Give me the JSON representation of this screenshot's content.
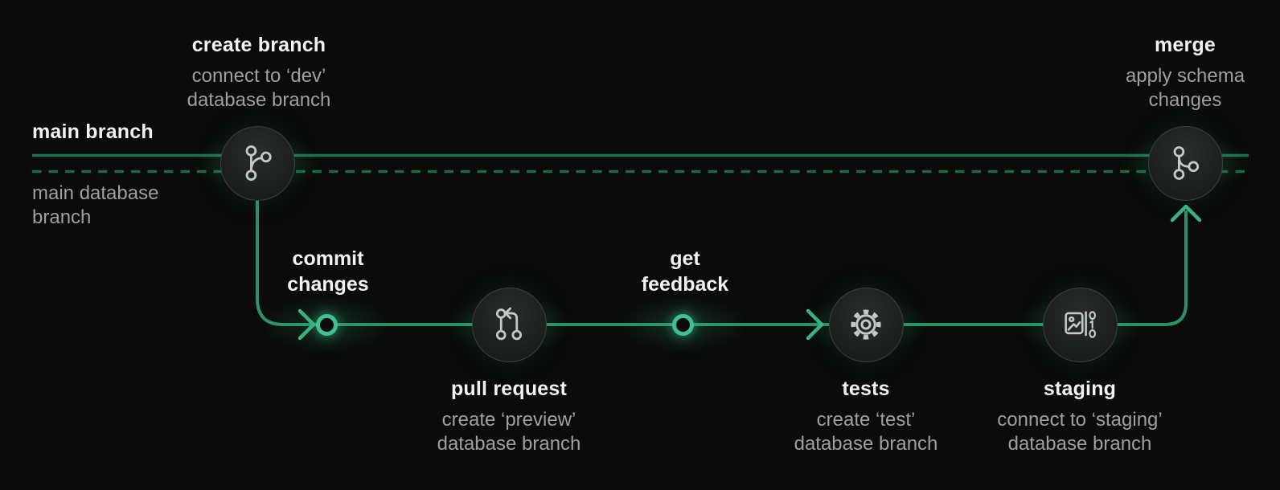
{
  "meta": {
    "background": "#0a0b0a"
  },
  "colors": {
    "main_line": "#1f7150",
    "main_line_dashed": "#1c6849",
    "branch_line": "#2b9168",
    "arrow": "#3ab285",
    "ring": "#3ec192",
    "node_icon": "#c5c8c6",
    "title_text": "#f2f3f1",
    "subtitle_text": "#9da09e"
  },
  "lanes": {
    "main_branch": "main branch",
    "main_database_line1": "main database",
    "main_database_line2": "branch"
  },
  "steps": {
    "create_branch": {
      "title": "create branch",
      "sub1": "connect to ‘dev’",
      "sub2": "database branch",
      "icon": "git-branch-icon"
    },
    "commit_changes": {
      "line1": "commit",
      "line2": "changes",
      "icon": "milestone-ring"
    },
    "pull_request": {
      "title": "pull request",
      "sub1": "create ‘preview’",
      "sub2": "database branch",
      "icon": "git-pull-request-icon"
    },
    "get_feedback": {
      "line1": "get",
      "line2": "feedback",
      "icon": "milestone-ring"
    },
    "tests": {
      "title": "tests",
      "sub1": "create ‘test’",
      "sub2": "database branch",
      "icon": "gear-icon"
    },
    "staging": {
      "title": "staging",
      "sub1": "connect to ‘staging’",
      "sub2": "database branch",
      "icon": "schema-data-icon"
    },
    "merge": {
      "title": "merge",
      "sub1": "apply schema",
      "sub2": "changes",
      "icon": "git-merge-icon"
    }
  }
}
